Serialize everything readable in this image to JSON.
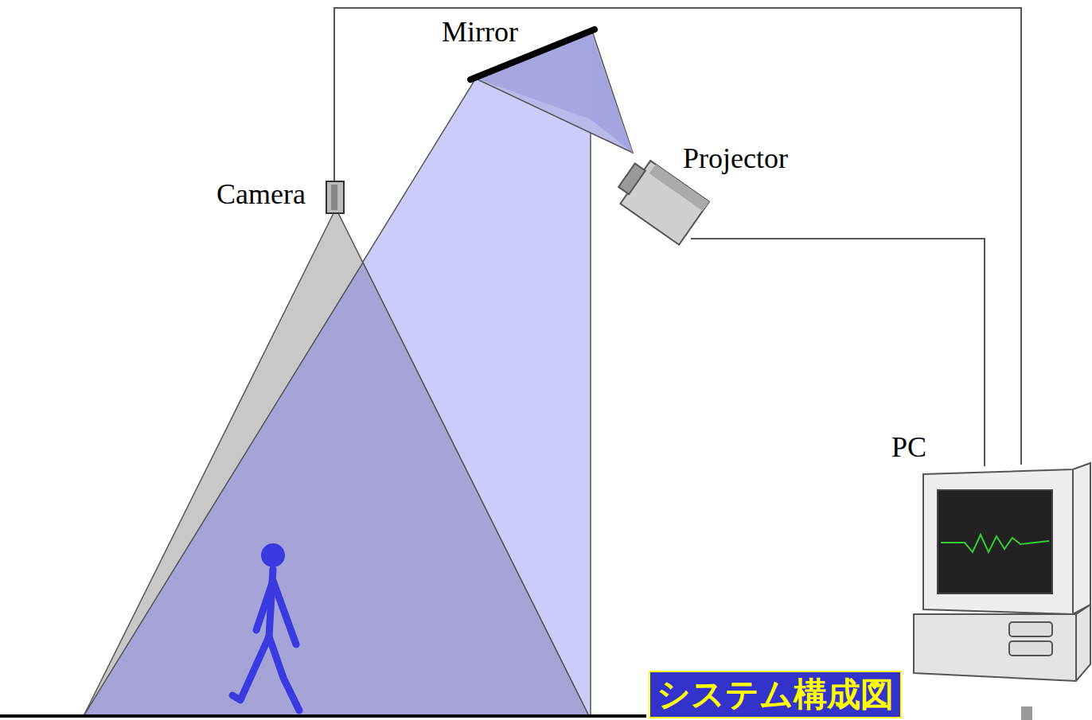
{
  "diagram": {
    "nodes": [
      {
        "text": [
          "システム構成図"
        ]
      }
    ],
    "labels": [
      "Mirror",
      "Camera",
      "Projector",
      "PC"
    ]
  }
}
